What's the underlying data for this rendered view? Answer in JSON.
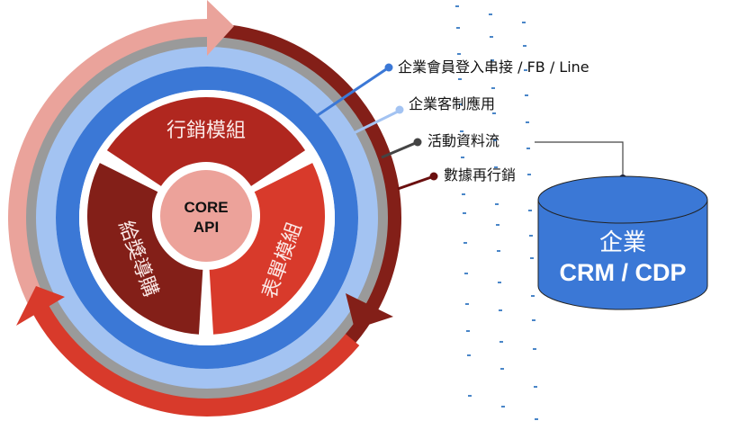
{
  "diagram": {
    "core": {
      "line1": "CORE",
      "line2": "API"
    },
    "segments": [
      {
        "label": "行銷模組",
        "color": "#b0271f"
      },
      {
        "label": "表單模組",
        "color": "#d83a2b"
      },
      {
        "label": "給獎導購",
        "color": "#831f18"
      }
    ],
    "rings": [
      {
        "name": "member-login",
        "color": "#3b78d6"
      },
      {
        "name": "custom-app",
        "color": "#a3c3f2"
      },
      {
        "name": "activity-stream",
        "color": "#9a9a9a"
      },
      {
        "name": "remarketing",
        "color": "#831f18"
      }
    ],
    "callouts": [
      {
        "text": "企業會員登入串接 / FB / Line",
        "color": "#3b78d6"
      },
      {
        "text": "企業客制應用",
        "color": "#a3c3f2"
      },
      {
        "text": "活動資料流",
        "color": "#444444"
      },
      {
        "text": "數據再行銷",
        "color": "#6a0f0f"
      }
    ],
    "arrows": [
      {
        "name": "top-arrow",
        "color": "#eaa39b"
      },
      {
        "name": "bottom-left-arrow",
        "color": "#d83a2b"
      },
      {
        "name": "right-arrow",
        "color": "#831f18"
      }
    ],
    "database": {
      "line1": "企業",
      "line2": "CRM / CDP",
      "color": "#3b78d6"
    }
  }
}
